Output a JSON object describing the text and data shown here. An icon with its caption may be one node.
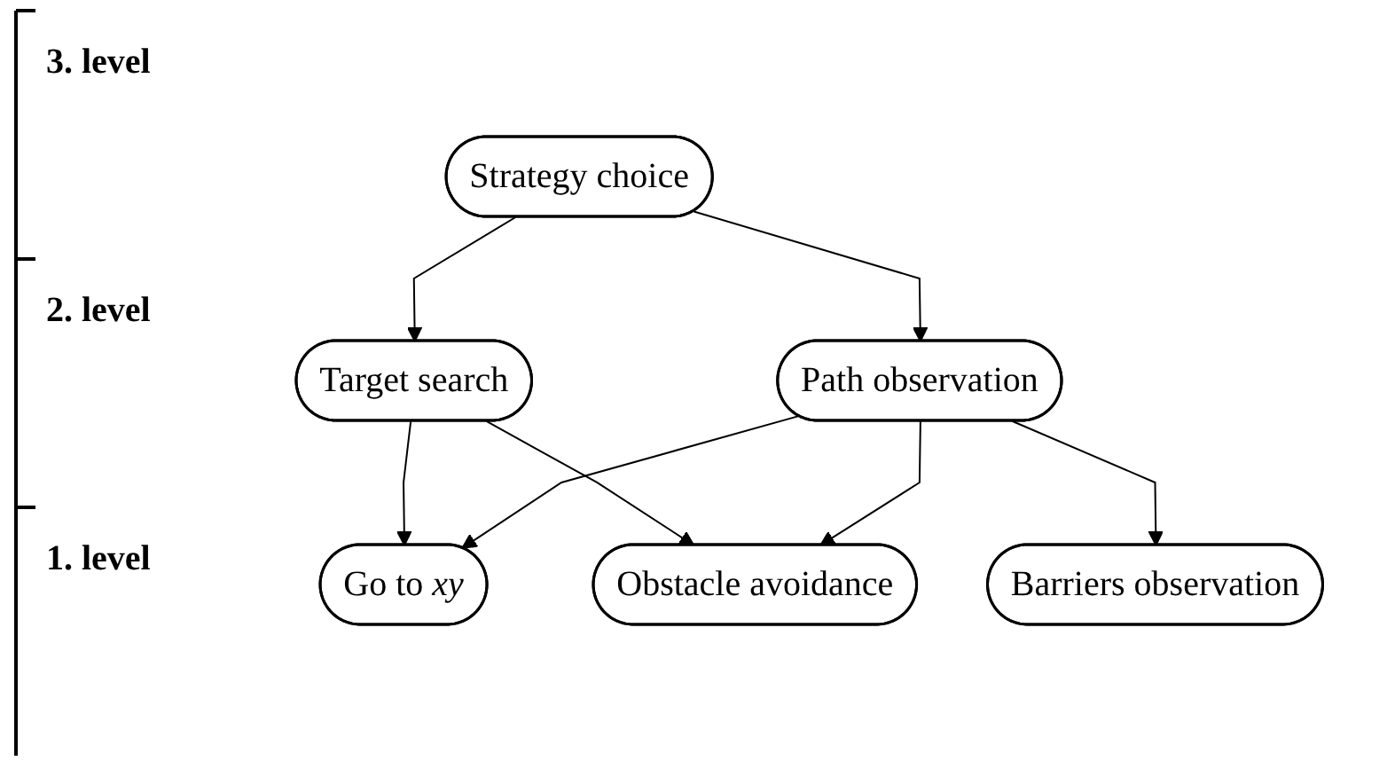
{
  "diagram": {
    "nodes": [
      {
        "text": [
          "Strategy choice"
        ]
      },
      {
        "text": [
          "Target search"
        ]
      },
      {
        "text": [
          "Path observation"
        ]
      },
      {
        "text": [
          "Go to *xy*"
        ]
      },
      {
        "text": [
          "Obstacle avoidance"
        ]
      },
      {
        "text": [
          "Barriers observation"
        ]
      }
    ],
    "edges": [
      {
        "from": 0,
        "to": 1,
        "arrow": "to"
      },
      {
        "from": 0,
        "to": 2,
        "arrow": "to"
      },
      {
        "from": 1,
        "to": 3,
        "arrow": "to"
      },
      {
        "from": 1,
        "to": 4,
        "arrow": "to"
      },
      {
        "from": 2,
        "to": 3,
        "arrow": "to"
      },
      {
        "from": 2,
        "to": 4,
        "arrow": "to"
      },
      {
        "from": 2,
        "to": 5,
        "arrow": "to"
      }
    ],
    "labels": [
      "3. level",
      "2. level",
      "1. level"
    ]
  }
}
